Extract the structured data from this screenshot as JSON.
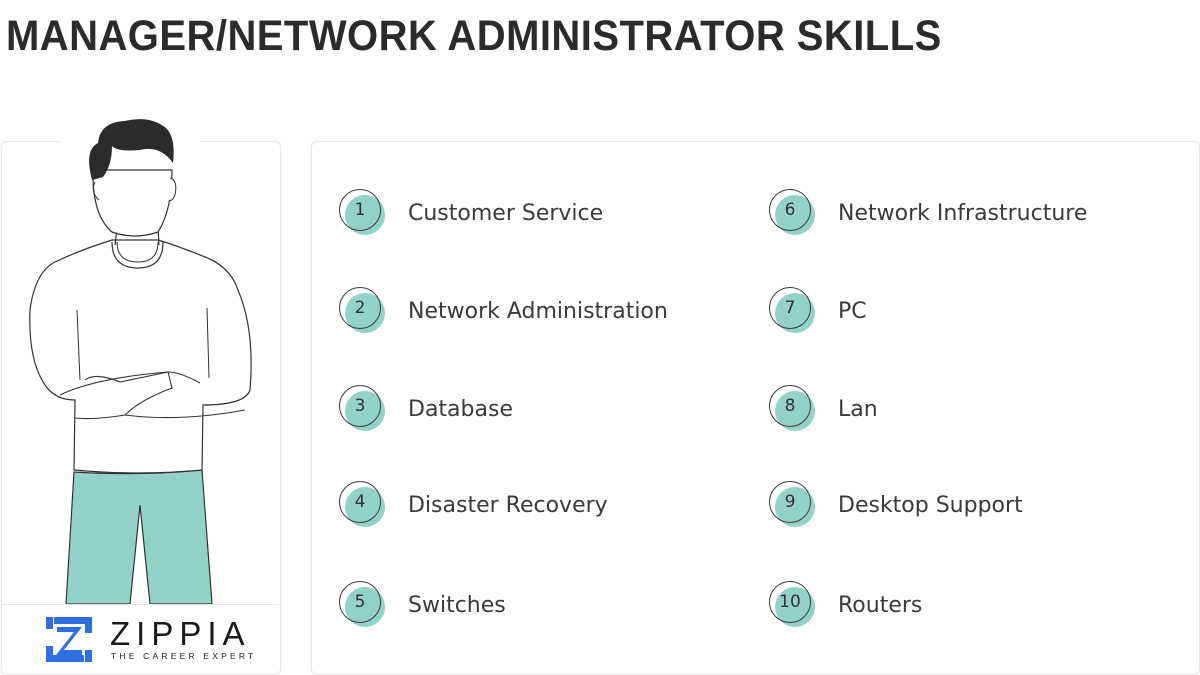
{
  "title": "MANAGER/NETWORK ADMINISTRATOR SKILLS",
  "colors": {
    "accent": "#93d2c7",
    "text": "#3a3a3a",
    "logo_blue": "#2e6fe0"
  },
  "brand": {
    "name": "ZIPPIA",
    "tagline": "THE CAREER EXPERT"
  },
  "skills": [
    {
      "num": "1",
      "label": "Customer Service"
    },
    {
      "num": "2",
      "label": "Network Administration"
    },
    {
      "num": "3",
      "label": "Database"
    },
    {
      "num": "4",
      "label": "Disaster Recovery"
    },
    {
      "num": "5",
      "label": "Switches"
    },
    {
      "num": "6",
      "label": "Network Infrastructure"
    },
    {
      "num": "7",
      "label": "PC"
    },
    {
      "num": "8",
      "label": "Lan"
    },
    {
      "num": "9",
      "label": "Desktop Support"
    },
    {
      "num": "10",
      "label": "Routers"
    }
  ]
}
